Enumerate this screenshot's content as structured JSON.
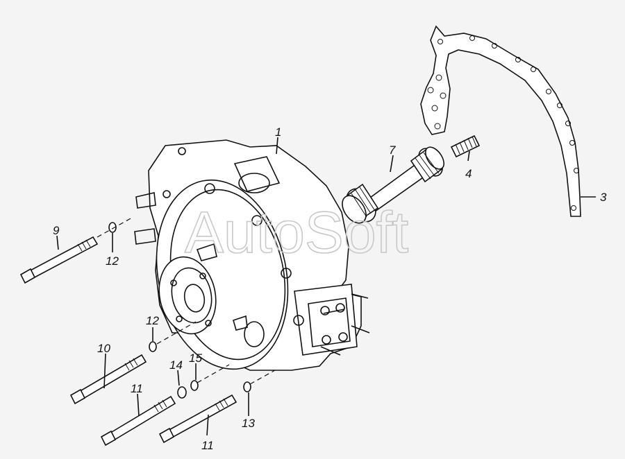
{
  "watermark": "AutoSoft",
  "callouts": {
    "c1": "1",
    "c3": "3",
    "c4": "4",
    "c7": "7",
    "c9": "9",
    "c10": "10",
    "c11a": "11",
    "c11b": "11",
    "c12a": "12",
    "c12b": "12",
    "c13": "13",
    "c14": "14",
    "c15": "15"
  }
}
